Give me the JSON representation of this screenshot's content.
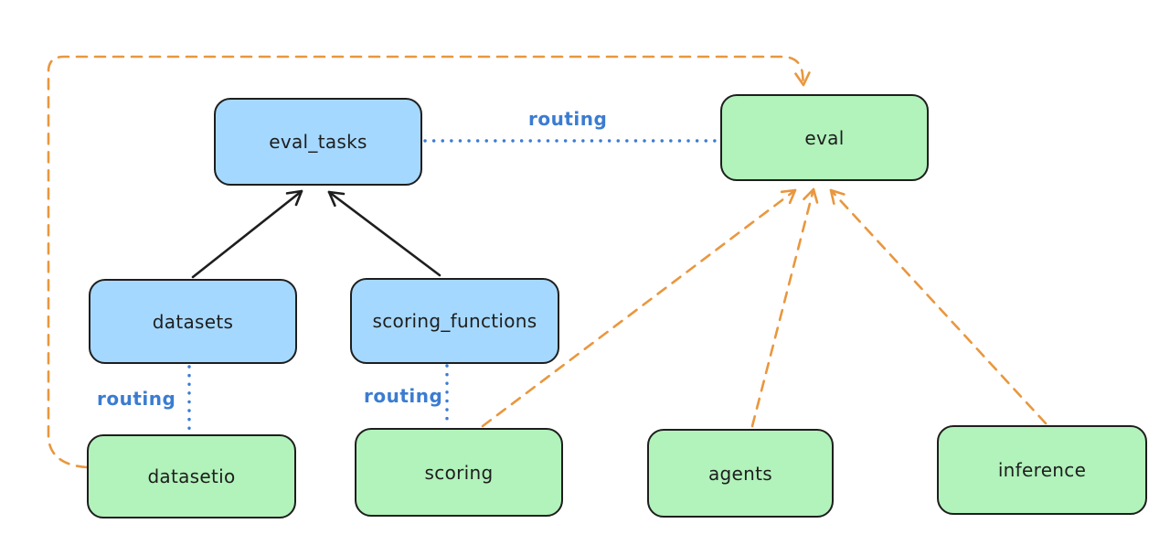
{
  "colors": {
    "background": "#ffffff",
    "node_border": "#1e1e1e",
    "node_blue_fill": "#a5d8ff",
    "node_green_fill": "#b2f2bb",
    "routing_blue": "#3b7cd1",
    "dependency_orange": "#e9973e",
    "arrow_black": "#1e1e1e"
  },
  "nodes": {
    "eval_tasks": {
      "label": "eval_tasks"
    },
    "eval": {
      "label": "eval"
    },
    "datasets": {
      "label": "datasets"
    },
    "scoring_functions": {
      "label": "scoring_functions"
    },
    "datasetio": {
      "label": "datasetio"
    },
    "scoring": {
      "label": "scoring"
    },
    "agents": {
      "label": "agents"
    },
    "inference": {
      "label": "inference"
    }
  },
  "edge_labels": {
    "eval_tasks_to_eval": "routing",
    "datasets_to_datasetio": "routing",
    "scoring_functions_to_scoring": "routing"
  }
}
